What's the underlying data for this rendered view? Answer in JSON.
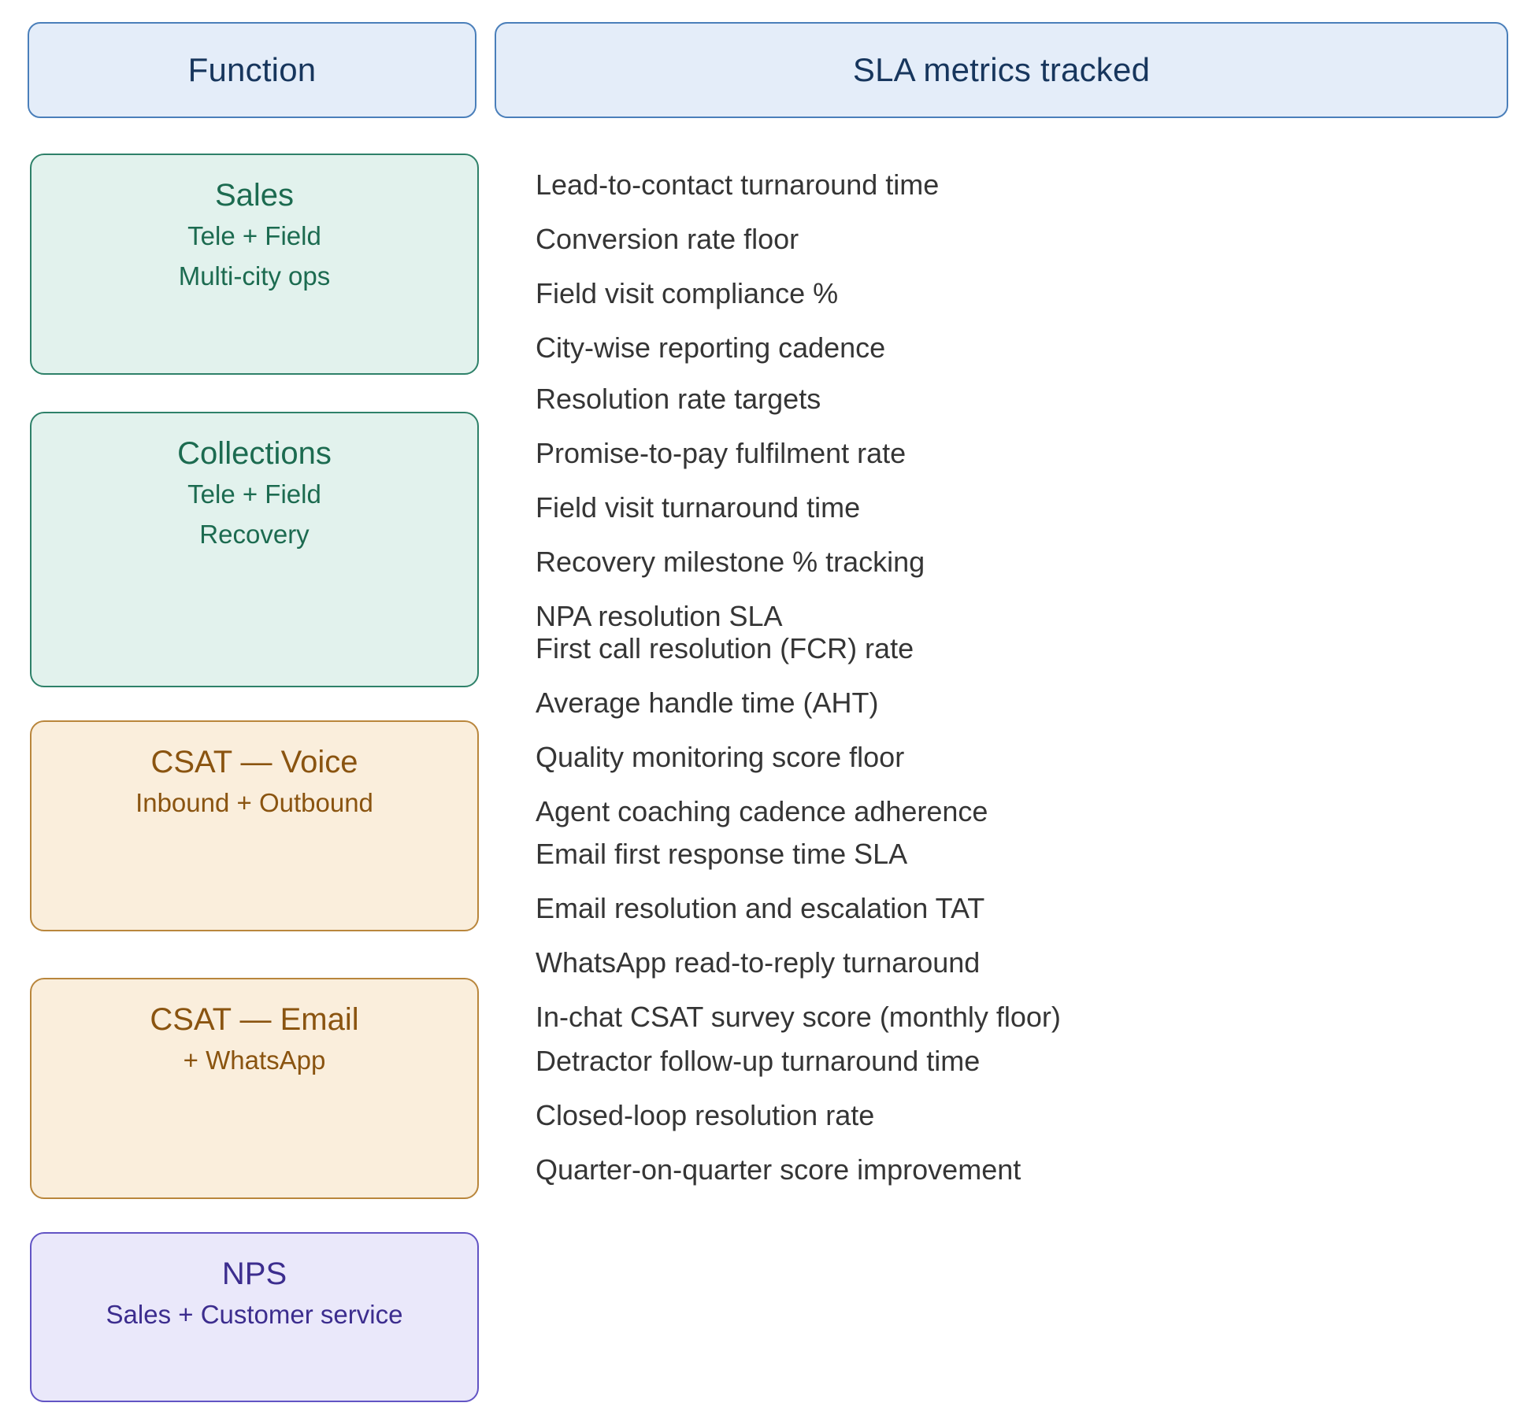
{
  "header": {
    "function_label": "Function",
    "metrics_label": "SLA metrics tracked"
  },
  "colors": {
    "header_fill": "#e4edf9",
    "header_border": "#4a7fba",
    "header_text": "#17365d",
    "green_fill": "#e2f2ed",
    "green_border": "#2e8169",
    "green_text": "#1c6b50",
    "orange_fill": "#faeedc",
    "orange_border": "#b9863c",
    "orange_text": "#8a5410",
    "purple_fill": "#eae8fa",
    "purple_border": "#6254c4",
    "purple_text": "#3c2d8e",
    "metric_text": "#353535",
    "page_background": "#ffffff"
  },
  "rows": [
    {
      "id": "sales",
      "theme": "green",
      "title": "Sales",
      "subtitles": [
        "Tele + Field",
        "Multi-city ops"
      ],
      "metrics": [
        "Lead-to-contact turnaround time",
        "Conversion rate floor",
        "Field visit compliance %",
        "City-wise reporting cadence"
      ]
    },
    {
      "id": "collections",
      "theme": "green",
      "title": "Collections",
      "subtitles": [
        "Tele + Field",
        "Recovery"
      ],
      "metrics": [
        "Resolution rate targets",
        "Promise-to-pay fulfilment rate",
        "Field visit turnaround time",
        "Recovery milestone % tracking",
        "NPA resolution SLA"
      ]
    },
    {
      "id": "csat-voice",
      "theme": "orange",
      "title": "CSAT — Voice",
      "subtitles": [
        "Inbound + Outbound"
      ],
      "metrics": [
        "First call resolution (FCR) rate",
        "Average handle time (AHT)",
        "Quality monitoring score floor",
        "Agent coaching cadence adherence"
      ]
    },
    {
      "id": "csat-email",
      "theme": "orange",
      "title": "CSAT — Email",
      "subtitles": [
        "+ WhatsApp"
      ],
      "metrics": [
        "Email first response time SLA",
        "Email resolution and escalation TAT",
        "WhatsApp read-to-reply turnaround",
        "In-chat CSAT survey score (monthly floor)"
      ]
    },
    {
      "id": "nps",
      "theme": "purple",
      "title": "NPS",
      "subtitles": [
        "Sales + Customer service"
      ],
      "metrics": [
        "Detractor follow-up turnaround time",
        "Closed-loop resolution rate",
        "Quarter-on-quarter score improvement"
      ]
    }
  ]
}
